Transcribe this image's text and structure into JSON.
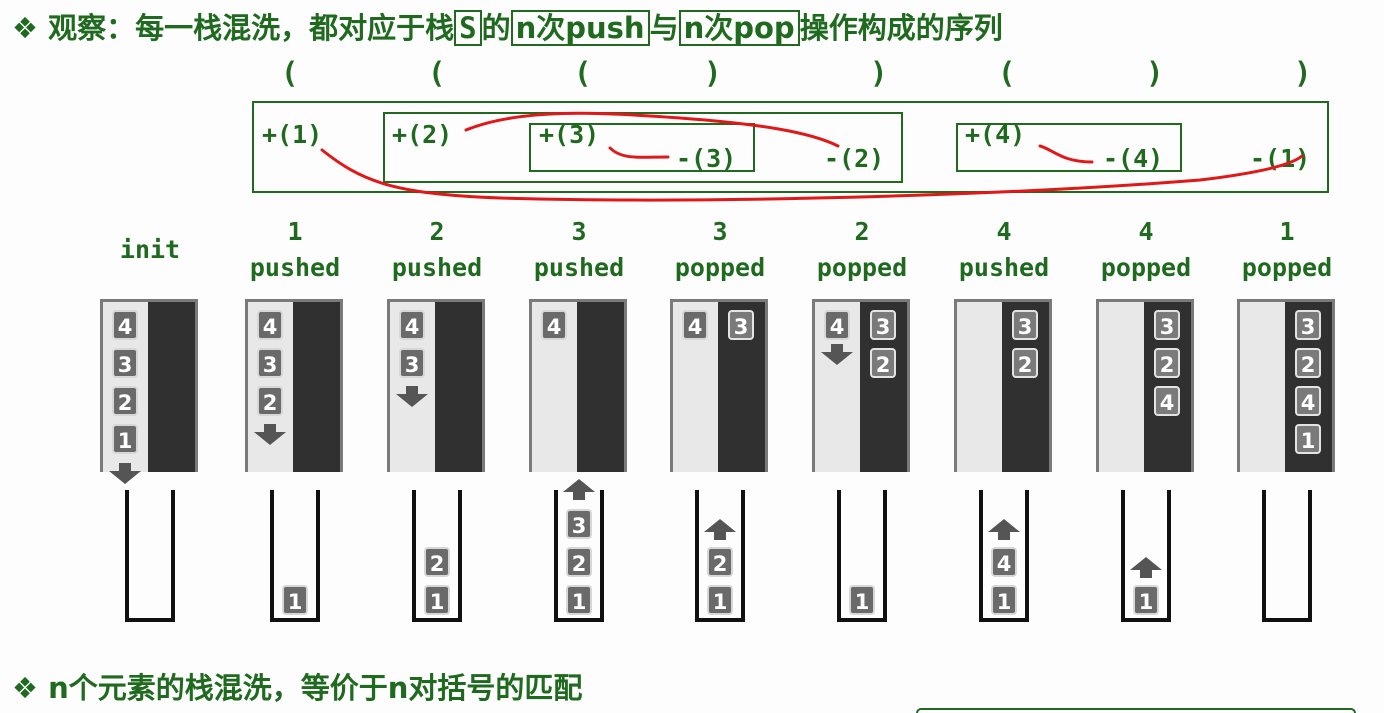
{
  "title": {
    "bullet": "❖",
    "part1": "观察：每一栈混洗，都对应于栈",
    "box1": "S",
    "part2": "的",
    "box2": "n次push",
    "part3": "与",
    "box3": "n次pop",
    "part4": "操作构成的序列"
  },
  "parens": [
    "(",
    "(",
    "(",
    ")",
    ")",
    "(",
    ")",
    ")"
  ],
  "ops": {
    "push1": "+(1)",
    "push2": "+(2)",
    "push3": "+(3)",
    "pop3": "-(3)",
    "pop2": "-(2)",
    "push4": "+(4)",
    "pop4": "-(4)",
    "pop1": "-(1)"
  },
  "steps": [
    {
      "num": "",
      "action": "init",
      "source": [
        "4",
        "3",
        "2",
        "1"
      ],
      "output": [],
      "stack": [],
      "arrow": "down-under"
    },
    {
      "num": "1",
      "action": "pushed",
      "source": [
        "4",
        "3",
        "2"
      ],
      "output": [],
      "stack": [
        "1"
      ],
      "arrow": "down"
    },
    {
      "num": "2",
      "action": "pushed",
      "source": [
        "4",
        "3"
      ],
      "output": [],
      "stack": [
        "2",
        "1"
      ],
      "arrow": "down"
    },
    {
      "num": "3",
      "action": "pushed",
      "source": [
        "4"
      ],
      "output": [],
      "stack": [
        "3",
        "2",
        "1"
      ],
      "arrow": "up-top"
    },
    {
      "num": "3",
      "action": "popped",
      "source": [
        "4"
      ],
      "output": [
        "3"
      ],
      "stack": [
        "2",
        "1"
      ],
      "arrow": "up"
    },
    {
      "num": "2",
      "action": "popped",
      "source": [
        "4"
      ],
      "output": [
        "3",
        "2"
      ],
      "stack": [
        "1"
      ],
      "arrow": "down"
    },
    {
      "num": "4",
      "action": "pushed",
      "source": [],
      "output": [
        "3",
        "2"
      ],
      "stack": [
        "4",
        "1"
      ],
      "arrow": "up"
    },
    {
      "num": "4",
      "action": "popped",
      "source": [],
      "output": [
        "3",
        "2",
        "4"
      ],
      "stack": [
        "1"
      ],
      "arrow": "up"
    },
    {
      "num": "1",
      "action": "popped",
      "source": [],
      "output": [
        "3",
        "2",
        "4",
        "1"
      ],
      "stack": [],
      "arrow": "none"
    }
  ],
  "bottom": {
    "bullet": "❖",
    "text": "n个元素的栈混洗，等价于n对括号的匹配"
  },
  "colors": {
    "green": "#1f6a1f",
    "red": "#e01818",
    "dark": "#303030",
    "light": "#e8e8e8"
  }
}
